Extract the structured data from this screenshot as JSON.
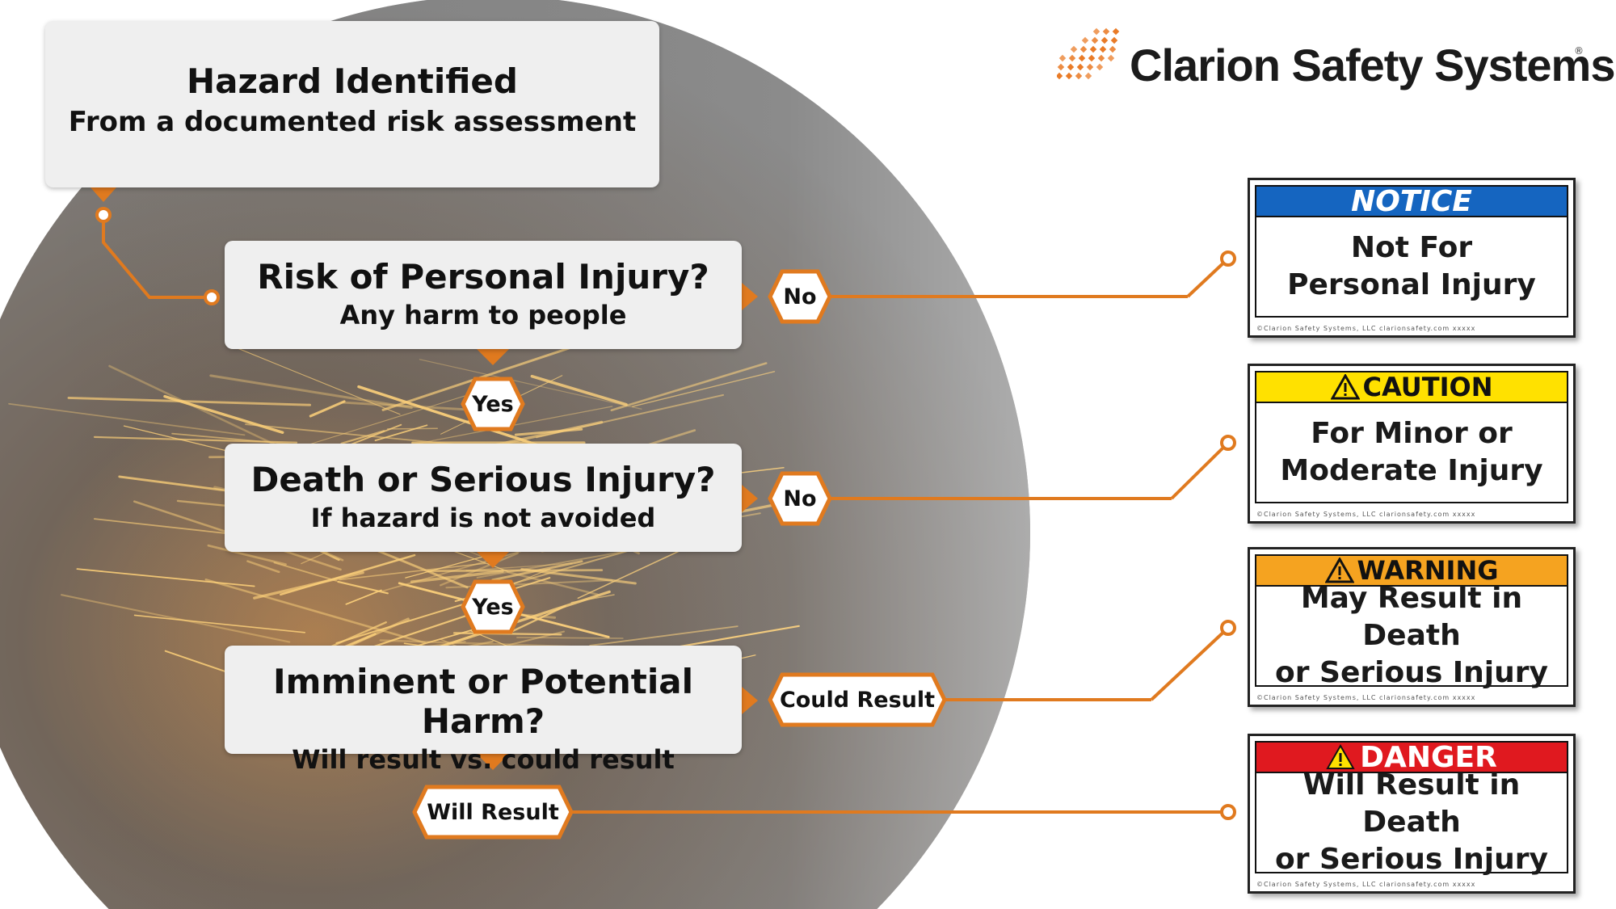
{
  "brand": {
    "name": "Clarion Safety Systems",
    "registered": "®",
    "accent": "#e8731a"
  },
  "colors": {
    "connector": "#e07a1f",
    "hex_fill": "#ffffff",
    "box_fill": "#efefef"
  },
  "start_box": {
    "title": "Hazard Identified",
    "subtitle": "From a documented risk assessment"
  },
  "questions": [
    {
      "title": "Risk of Personal Injury?",
      "subtitle": "Any harm to people",
      "no_label": "No",
      "yes_label": "Yes"
    },
    {
      "title": "Death or Serious Injury?",
      "subtitle": "If hazard is not avoided",
      "no_label": "No",
      "yes_label": "Yes"
    },
    {
      "title": "Imminent or Potential Harm?",
      "subtitle": "Will result vs. could result",
      "no_label": "Could Result",
      "yes_label": "Will Result"
    }
  ],
  "labels": [
    {
      "signal": "NOTICE",
      "line1": "Not For",
      "line2": "Personal Injury",
      "header_color": "#1565c0",
      "text_color": "#ffffff",
      "italic": true,
      "icon": "",
      "footer": "©Clarion Safety Systems, LLC    clarionsafety.com    xxxxx"
    },
    {
      "signal": "CAUTION",
      "line1": "For Minor or",
      "line2": "Moderate Injury",
      "header_color": "#ffe100",
      "text_color": "#111111",
      "italic": false,
      "icon": "warning-triangle-icon",
      "footer": "©Clarion Safety Systems, LLC    clarionsafety.com    xxxxx"
    },
    {
      "signal": "WARNING",
      "line1": "May Result in Death",
      "line2": "or Serious Injury",
      "header_color": "#f5a320",
      "text_color": "#111111",
      "italic": false,
      "icon": "warning-triangle-icon",
      "footer": "©Clarion Safety Systems, LLC    clarionsafety.com    xxxxx"
    },
    {
      "signal": "DANGER",
      "line1": "Will Result in Death",
      "line2": "or Serious Injury",
      "header_color": "#e0191f",
      "text_color": "#ffffff",
      "italic": false,
      "icon": "warning-triangle-icon",
      "footer": "©Clarion Safety Systems, LLC    clarionsafety.com    xxxxx"
    }
  ]
}
